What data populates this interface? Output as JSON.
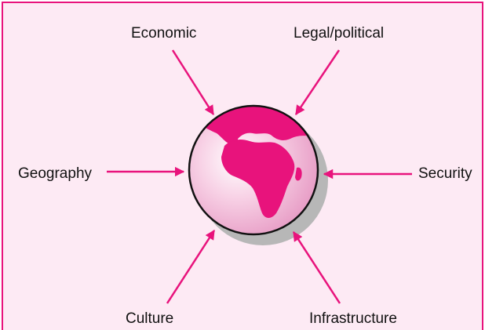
{
  "diagram": {
    "labels": {
      "economic": "Economic",
      "legal_political": "Legal/political",
      "geography": "Geography",
      "security": "Security",
      "culture": "Culture",
      "infrastructure": "Infrastructure"
    },
    "center_icon": "globe-icon",
    "colors": {
      "accent": "#e8137c",
      "background": "#fdeaf4",
      "text": "#111111"
    }
  }
}
